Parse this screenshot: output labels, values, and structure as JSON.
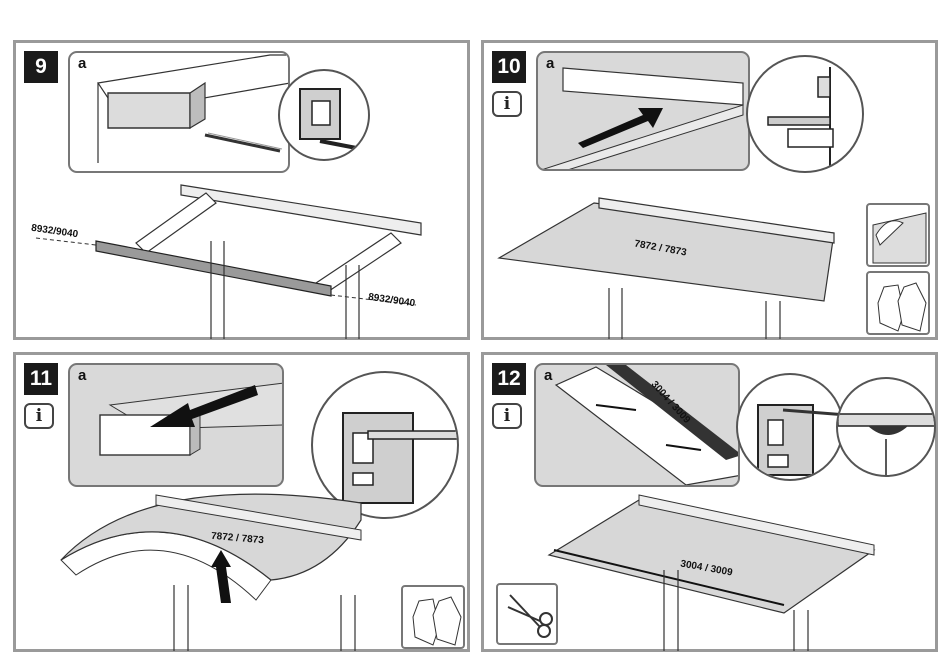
{
  "steps": [
    {
      "number": "9",
      "inset_letter": "a",
      "codes": [
        "8932/9040",
        "8932/9040"
      ]
    },
    {
      "number": "10",
      "inset_letter": "a",
      "info": "i",
      "codes": [
        "7872 / 7873"
      ]
    },
    {
      "number": "11",
      "inset_letter": "a",
      "info": "i",
      "codes": [
        "7872 / 7873"
      ]
    },
    {
      "number": "12",
      "inset_letter": "a",
      "info": "i",
      "codes": [
        "3004 / 3009",
        "3004 / 3009"
      ]
    }
  ],
  "icons": [
    "gloves-icon",
    "scissors-icon",
    "film-peel-icon",
    "info-icon"
  ]
}
